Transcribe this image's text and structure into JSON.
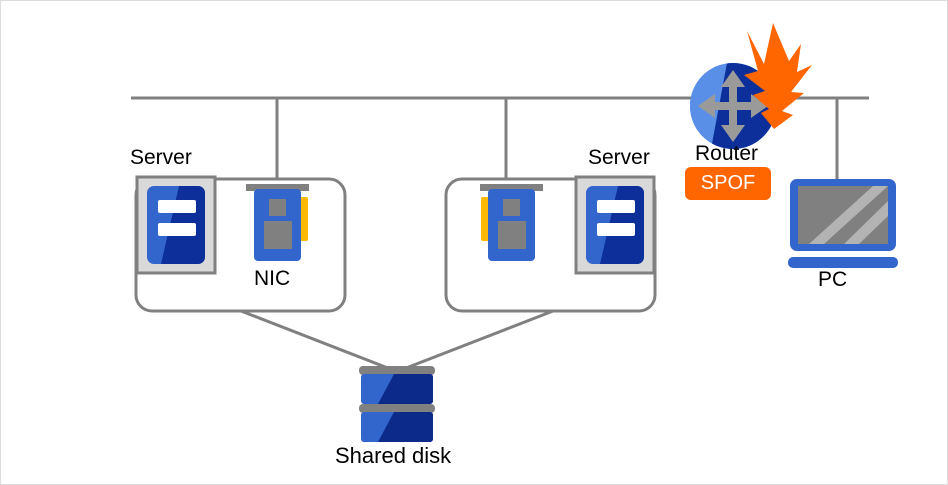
{
  "diagram": {
    "title": "Single Point of Failure network diagram",
    "background_color": "#ffffff",
    "border_color": "#dcdcdc",
    "palette": {
      "line_gray": "#808080",
      "frame_gray": "#7f7f7f",
      "icon_gray": "#808080",
      "light_gray_fill": "#d9d9d9",
      "blue_light": "#3366cc",
      "blue_mid": "#2f6ad1",
      "blue_dark": "#0d2f99",
      "navy": "#0b2a8a",
      "orange": "#ff6600",
      "yellow": "#ffb900",
      "white": "#ffffff",
      "screen_gray": "#808080"
    },
    "nodes": [
      {
        "id": "server-left",
        "type": "server-box",
        "label": "Server",
        "sub_label": "NIC",
        "icon_name": "server-icon",
        "nic_icon_name": "nic-icon",
        "layout": "icon-left-nic-right"
      },
      {
        "id": "server-right",
        "type": "server-box",
        "label": "Server",
        "sub_label": "",
        "icon_name": "server-icon",
        "nic_icon_name": "nic-icon",
        "layout": "nic-left-icon-right"
      },
      {
        "id": "router",
        "type": "router",
        "label": "Router",
        "icon_name": "router-icon",
        "badge": "SPOF",
        "badge_color": "#ff6600",
        "failure_marker": "lightning-burst-icon"
      },
      {
        "id": "pc",
        "type": "pc",
        "label": "PC",
        "icon_name": "pc-monitor-icon"
      },
      {
        "id": "shared-disk",
        "type": "storage",
        "label": "Shared disk",
        "icon_name": "disk-stack-icon"
      }
    ],
    "labels": {
      "server_left": "Server",
      "server_right": "Server",
      "nic_left": "NIC",
      "router": "Router",
      "spof": "SPOF",
      "pc": "PC",
      "shared_disk": "Shared disk"
    },
    "connections": [
      {
        "from": "bus",
        "to": "server-left",
        "style": "drop-line"
      },
      {
        "from": "bus",
        "to": "server-right",
        "style": "drop-line"
      },
      {
        "from": "bus",
        "to": "router",
        "style": "inline"
      },
      {
        "from": "bus",
        "to": "pc",
        "style": "drop-line"
      },
      {
        "from": "server-left",
        "to": "shared-disk",
        "style": "diagonal"
      },
      {
        "from": "server-right",
        "to": "shared-disk",
        "style": "diagonal"
      }
    ]
  }
}
